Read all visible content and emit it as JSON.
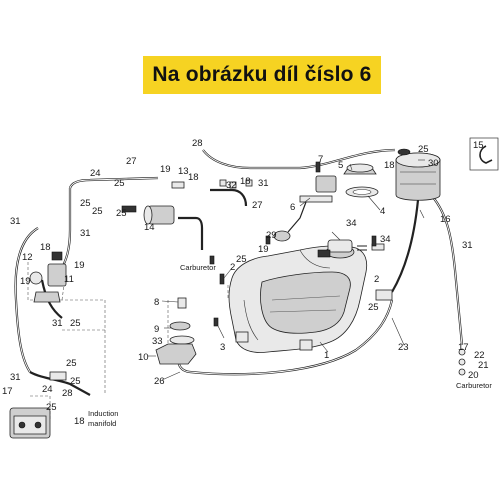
{
  "header": {
    "title": "Na obrázku díl číslo 6"
  },
  "labels": {
    "l1": "1",
    "l2a": "2",
    "l2b": "2",
    "l3": "3",
    "l4": "4",
    "l5": "5",
    "l6": "6",
    "l7": "7",
    "l8": "8",
    "l9": "9",
    "l10": "10",
    "l11": "11",
    "l12": "12",
    "l13": "13",
    "l14": "14",
    "l15": "15",
    "l16": "16",
    "l17a": "17",
    "l17b": "17",
    "l18a": "18",
    "l18b": "18",
    "l18c": "18",
    "l18d": "18",
    "l18e": "18",
    "l19a": "19",
    "l19b": "19",
    "l19c": "19",
    "l19d": "19",
    "l20": "20",
    "l21": "21",
    "l22": "22",
    "l23": "23",
    "l24a": "24",
    "l24b": "24",
    "l25a": "25",
    "l25b": "25",
    "l25c": "25",
    "l25d": "25",
    "l25e": "25",
    "l25f": "25",
    "l25g": "25",
    "l25h": "25",
    "l25i": "25",
    "l25j": "25",
    "l25k": "25",
    "l26": "26",
    "l27a": "27",
    "l27b": "27",
    "l28a": "28",
    "l28b": "28",
    "l29": "29",
    "l30": "30",
    "l31a": "31",
    "l31b": "31",
    "l31c": "31",
    "l31d": "31",
    "l31e": "31",
    "l31f": "31",
    "l32": "32",
    "l33": "33",
    "l34a": "34",
    "l34b": "34"
  },
  "notes": {
    "carb1": "Carburetor",
    "carb2": "Carburetor",
    "induction1": "Induction",
    "induction2": "manifold"
  }
}
